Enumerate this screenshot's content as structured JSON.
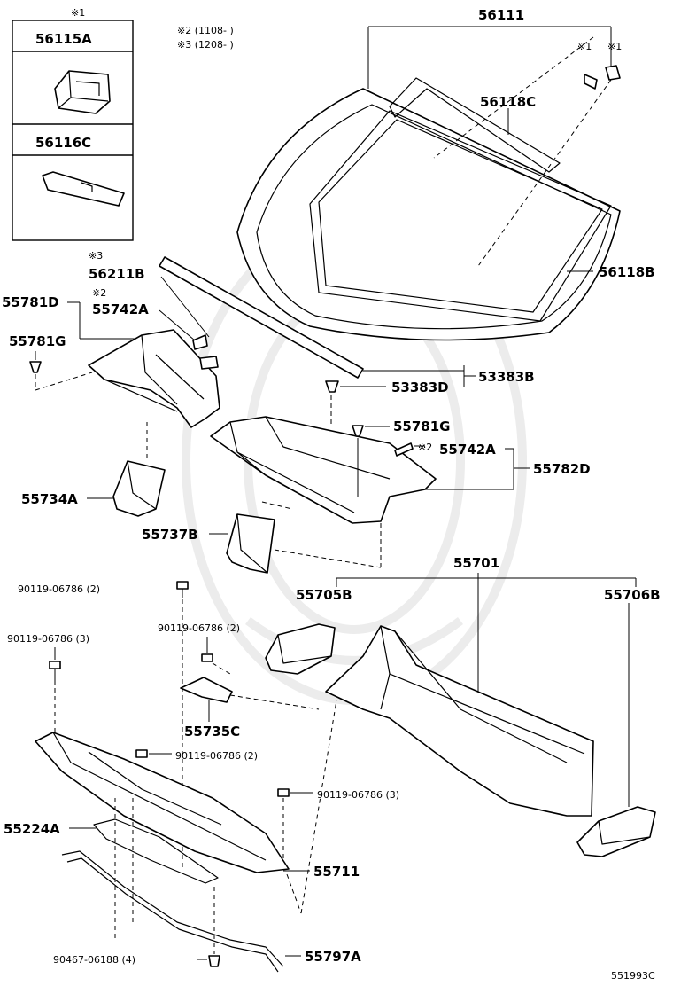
{
  "diagram_code": "551993C",
  "legend": {
    "note_mark": "※1",
    "note_2": "※2 (1108-    )",
    "note_3": "※3 (1208-    )"
  },
  "inset_box": {
    "item_1": "56115A",
    "item_2": "56116C"
  },
  "labels": {
    "56111": "56111",
    "m1a": "※1",
    "m1b": "※1",
    "56118C": "56118C",
    "56118B": "56118B",
    "m3": "※3",
    "56211B": "56211B",
    "55781D": "55781D",
    "m2": "※2",
    "55742A_l": "55742A",
    "55781G_l": "55781G",
    "53383D": "53383D",
    "53383B": "53383B",
    "55781G_r": "55781G",
    "m2r": "※2",
    "55742A_r": "55742A",
    "55782D": "55782D",
    "55734A": "55734A",
    "55737B": "55737B",
    "55701": "55701",
    "55705B": "55705B",
    "55706B": "55706B",
    "bolt_1": "90119-06786 (2)",
    "bolt_2": "90119-06786 (2)",
    "bolt_3": "90119-06786 (3)",
    "55735C": "55735C",
    "bolt_4": "90119-06786 (2)",
    "bolt_5": "90119-06786 (3)",
    "55224A": "55224A",
    "55711": "55711",
    "clip": "90467-06188 (4)",
    "55797A": "55797A"
  }
}
